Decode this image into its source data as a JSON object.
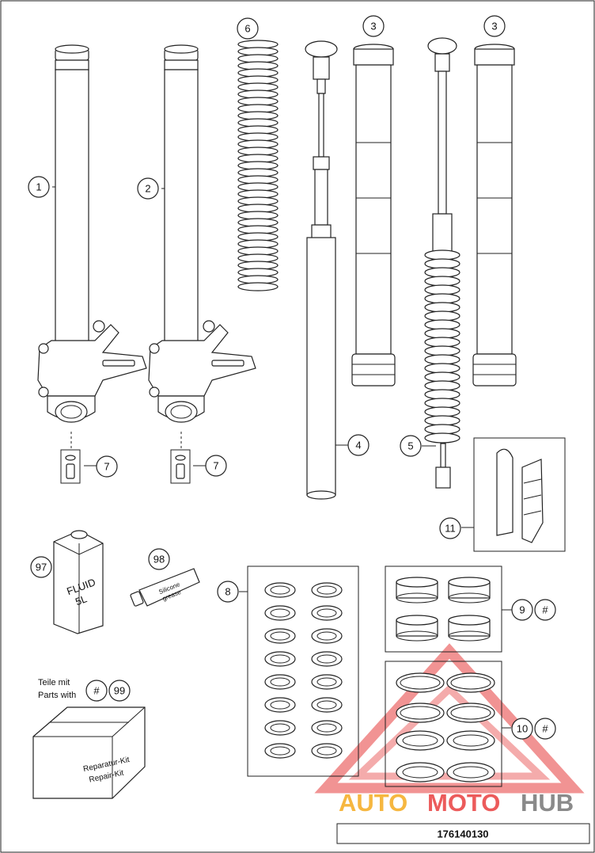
{
  "callouts": {
    "c1": "1",
    "c2": "2",
    "c3a": "3",
    "c3b": "3",
    "c4": "4",
    "c5": "5",
    "c6": "6",
    "c7a": "7",
    "c7b": "7",
    "c8": "8",
    "c9": "9",
    "c9h": "#",
    "c10": "10",
    "c10h": "#",
    "c11": "11",
    "c97": "97",
    "c98": "98",
    "c99": "99",
    "c99h": "#"
  },
  "labels": {
    "fluid_line1": "FLUID",
    "fluid_line2": "5L",
    "tube_text1": "Silicone",
    "tube_text2": "grease",
    "teile_mit": "Teile mit",
    "parts_with": "Parts with",
    "kit_line1": "Reparatur-Kit",
    "kit_line2": "Repair-Kit"
  },
  "watermark": {
    "auto": "AUTO",
    "moto": "MOTO",
    "hub": "HUB",
    "colors": {
      "auto": "#f6b740",
      "moto": "#ec5b5b",
      "hub": "#8a8a8a",
      "triangle": "#e84b4b"
    }
  },
  "footer": {
    "part_number": "176140130"
  }
}
